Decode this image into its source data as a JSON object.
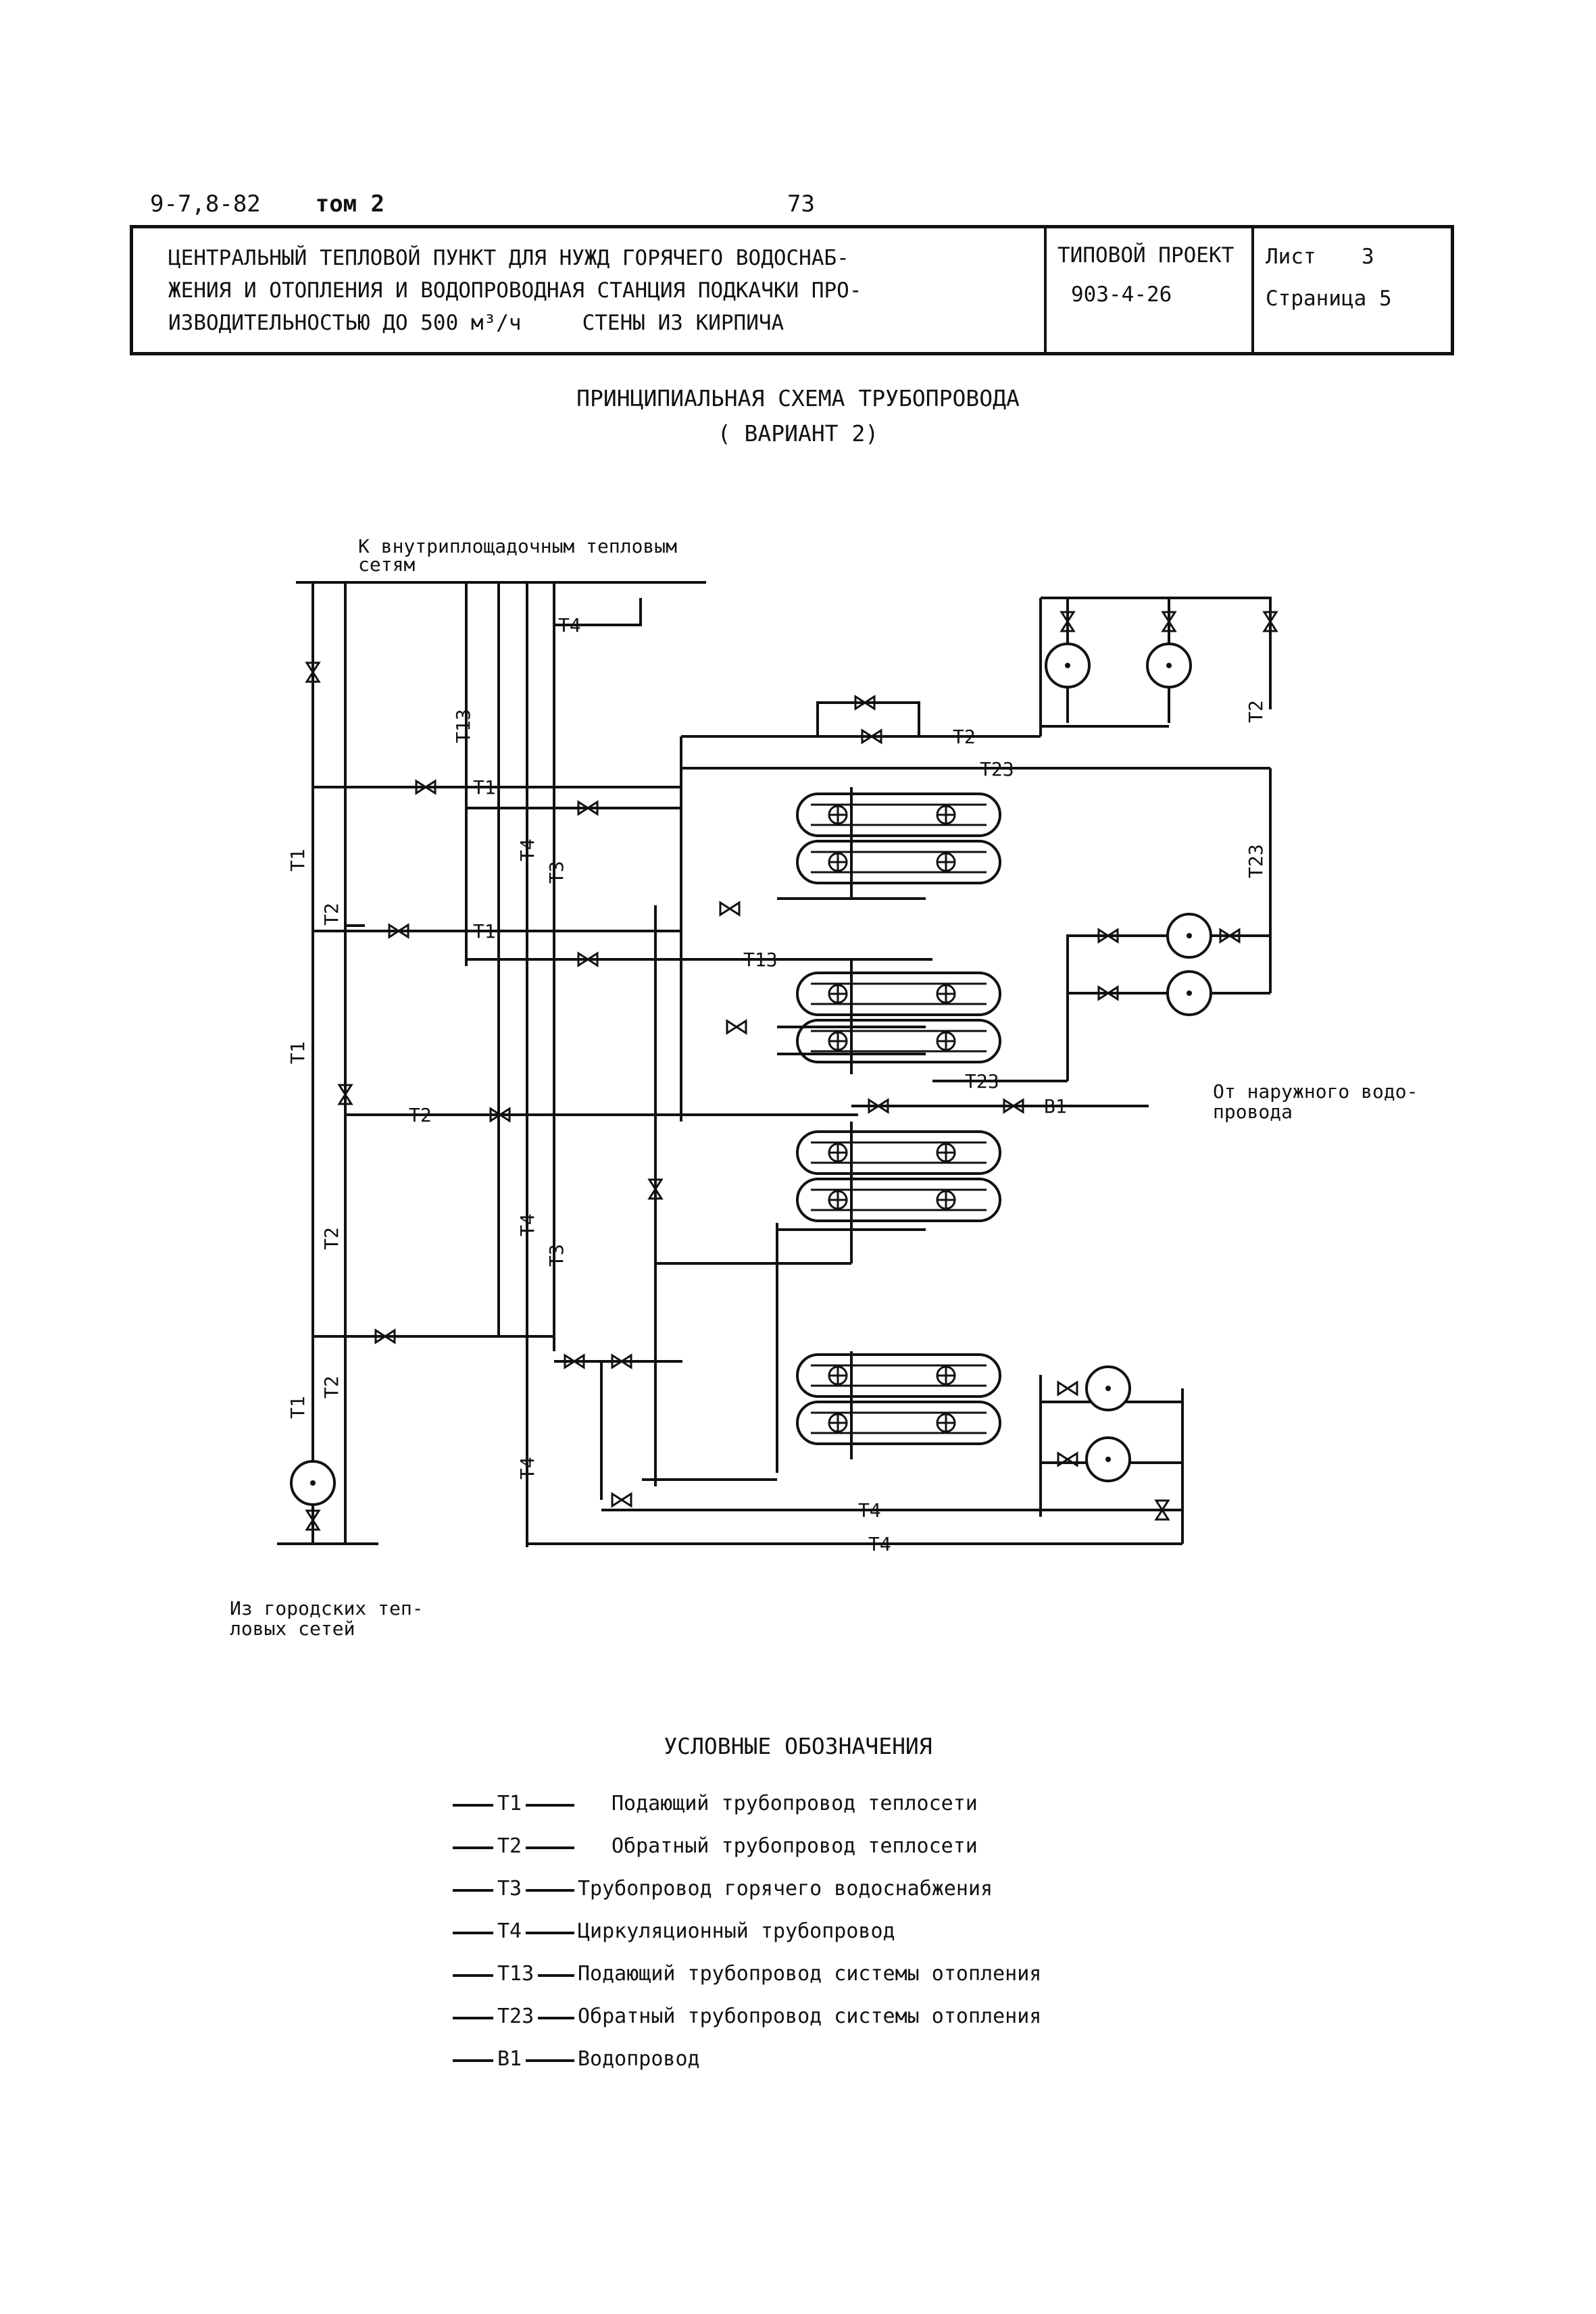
{
  "header": {
    "doc_id": "9-7,8-82",
    "volume": "том 2",
    "page_number": "73"
  },
  "title_block": {
    "title_line1": "ЦЕНТРАЛЬНЫЙ ТЕПЛОВОЙ ПУНКТ ДЛЯ НУЖД ГОРЯЧЕГО ВОДОСНАБ-",
    "title_line2": "ЖЕНИЯ И ОТОПЛЕНИЯ И ВОДОПРОВОДНАЯ СТАНЦИЯ ПОДКАЧКИ ПРО-",
    "title_line3": "ИЗВОДИТЕЛЬНОСТЬЮ ДО 500 м³/ч",
    "title_walls": "СТЕНЫ ИЗ КИРПИЧА",
    "project_label": "ТИПОВОЙ ПРОЕКТ",
    "project_number": "903-4-26",
    "sheet_label": "Лист",
    "sheet_number": "3",
    "page_label": "Страница",
    "page_value": "5"
  },
  "diagram": {
    "title": "ПРИНЦИПИАЛЬНАЯ СХЕМА ТРУБОПРОВОДА",
    "subtitle": "( ВАРИАНТ 2)",
    "to_networks_line1": "К внутриплощадочным тепловым",
    "to_networks_line2": "сетям",
    "from_city_line1": "Из городских теп-",
    "from_city_line2": "ловых сетей",
    "from_water_line1": "От наружного водо-",
    "from_water_line2": "провода",
    "labels": {
      "t1": "T1",
      "t2": "T2",
      "t3": "T3",
      "t4": "T4",
      "t13": "T13",
      "t23": "T23",
      "b1": "B1"
    }
  },
  "legend": {
    "title": "УСЛОВНЫЕ ОБОЗНАЧЕНИЯ",
    "items": [
      {
        "code": "T1",
        "text": "Подающий трубопровод теплосети"
      },
      {
        "code": "T2",
        "text": "Обратный трубопровод теплосети"
      },
      {
        "code": "T3",
        "text": "Трубопровод горячего водоснабжения"
      },
      {
        "code": "T4",
        "text": "Циркуляционный трубопровод"
      },
      {
        "code": "T13",
        "text": "Подающий трубопровод системы отопления"
      },
      {
        "code": "T23",
        "text": "Обратный трубопровод системы отопления"
      },
      {
        "code": "B1",
        "text": "Водопровод"
      }
    ]
  }
}
